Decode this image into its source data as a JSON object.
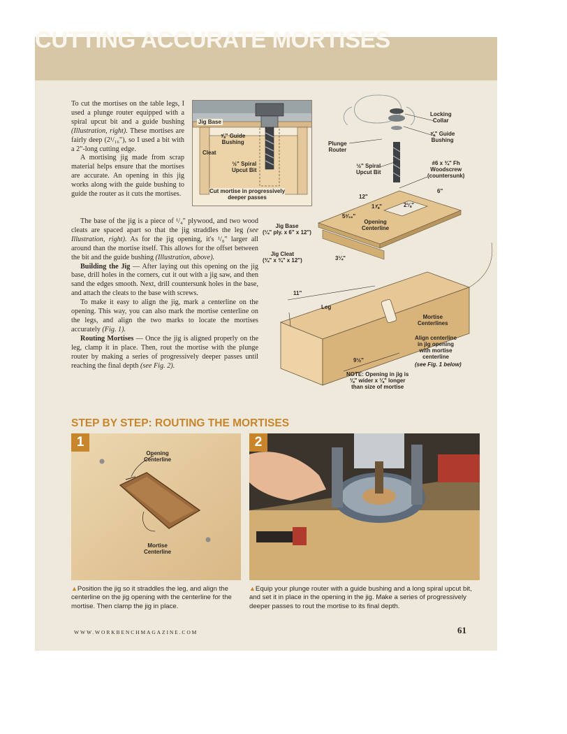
{
  "article": {
    "title": "CUTTING ACCURATE MORTISES",
    "col1": [
      "To cut the mortises on the table legs, I used a plunge router equipped with a spiral upcut bit and a guide bushing",
      "(Illustration, right).",
      "These mortises are fairly deep (2¹/₁₆\"), so I used a bit with a 2\"-long cutting edge.",
      "A mortising jig made from scrap material helps ensure that the mortises are accurate. An opening in this jig works along with the guide bushing to guide the router as it cuts the mortises."
    ],
    "col2": {
      "p1": "The base of the jig is a piece of ¹/₄\" plywood, and two wood cleats are spaced apart so that the jig straddles the leg",
      "p1_ref": "(see Illustration, right).",
      "p1b": "As for the jig opening, it's ¹/₈\" larger all around than the mortise itself. This allows for the offset between the bit and the guide bushing",
      "p1_ref2": "(Illustration, above).",
      "p2_head": "Building the Jig",
      "p2": " — After laying out this opening on the jig base, drill holes in the corners, cut it out with a jig saw, and then sand the edges smooth. Next, drill countersunk holes in the base, and attach the cleats to the base with screws.",
      "p3": "To make it easy to align the jig, mark a centerline on the opening. This way, you can also mark the mortise centerline on the legs, and align the two marks to locate the mortises accurately",
      "p3_ref": "(Fig. 1).",
      "p4_head": "Routing Mortises",
      "p4": " — Once the jig is aligned properly on the leg, clamp it in place. Then, rout the mortise with the plunge router by making a series of progressively deeper passes until reaching the final depth",
      "p4_ref": "(see Fig. 2)."
    }
  },
  "inset_labels": {
    "jig_base": "Jig Base",
    "guide_bushing": "⅝\" Guide\nBushing",
    "cleat": "Cleat",
    "spiral_bit": "½\" Spiral\nUpcut Bit",
    "cut_note": "Cut mortise in progressively\ndeeper passes"
  },
  "main_labels": {
    "locking_collar": "Locking\nCollar",
    "guide_bushing": "⅝\" Guide\nBushing",
    "plunge_router": "Plunge\nRouter",
    "spiral_bit": "½\" Spiral\nUpcut Bit",
    "woodscrew": "#6 x ¾\" Fh\nWoodscrew\n(countersunk)",
    "dim_6": "6\"",
    "dim_12": "12\"",
    "dim_1_7_8": "1⅞\"",
    "dim_2_1_8": "2⅛\"",
    "dim_5_3_16": "5³⁄₁₆\"",
    "opening_centerline": "Opening\nCenterline",
    "jig_base": "Jig Base\n(¼\" ply. x 6\" x 12\")",
    "jig_cleat": "Jig Cleat\n(¾\" x ¾\" x 12\")",
    "dim_3_1_4": "3¼\"",
    "dim_11": "11\"",
    "leg": "Leg",
    "mortise_centerlines": "Mortise\nCenterlines",
    "align_note": "Align centerline\nin jig opening\nwith mortise\ncenterline",
    "align_ref": "(see Fig. 1 below)",
    "dim_9_1_2": "9½\"",
    "note": "NOTE: Opening in jig is\n⅛\" wider x ⅛\" longer\nthan size of mortise"
  },
  "steps": {
    "heading": "STEP BY STEP: ROUTING THE MORTISES",
    "step1": {
      "num": "1",
      "label_opening": "Opening\nCenterline",
      "label_mortise": "Mortise\nCenterline",
      "caption": "Position the jig so it straddles the leg, and align the centerline on the jig opening with the centerline for the mortise. Then clamp the jig in place."
    },
    "step2": {
      "num": "2",
      "caption": "Equip your plunge router with a guide bushing and a long spiral upcut bit, and set it in place in the opening in the jig. Make a series of progressively deeper passes to rout the mortise to its final depth."
    }
  },
  "footer": {
    "url": "WWW.WORKBENCHMAGAZINE.COM",
    "page": "61"
  },
  "colors": {
    "header_band": "#d8c7a7",
    "page_bg": "#efe9dc",
    "accent": "#c9852c"
  }
}
